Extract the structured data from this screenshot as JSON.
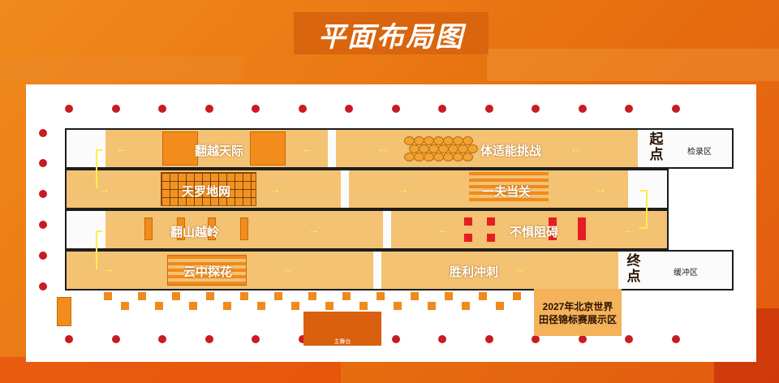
{
  "title": "平面布局图",
  "zones": {
    "fanyue": "翻越天际",
    "tineng": "体适能挑战",
    "tianluo": "天罗地网",
    "yifu": "一夫当关",
    "fanshan": "翻山越岭",
    "buju": "不惧阻碍",
    "yunzhong": "云中探花",
    "shengli": "胜利冲刺"
  },
  "start": {
    "c1": "起",
    "c2": "点",
    "area": "检录区"
  },
  "end": {
    "c1": "终",
    "c2": "点",
    "area": "缓冲区"
  },
  "expo": {
    "line1": "2027年北京世界",
    "line2": "田径锦标赛展示区"
  },
  "stage": "主舞台",
  "arrows": {
    "left": "←",
    "right": "→"
  },
  "colors": {
    "panel_bg": "#ffffff",
    "lane_fill": "#f3c273",
    "accent": "#f08a1c",
    "dot": "#c81b22",
    "arrow": "#ffee4a"
  }
}
